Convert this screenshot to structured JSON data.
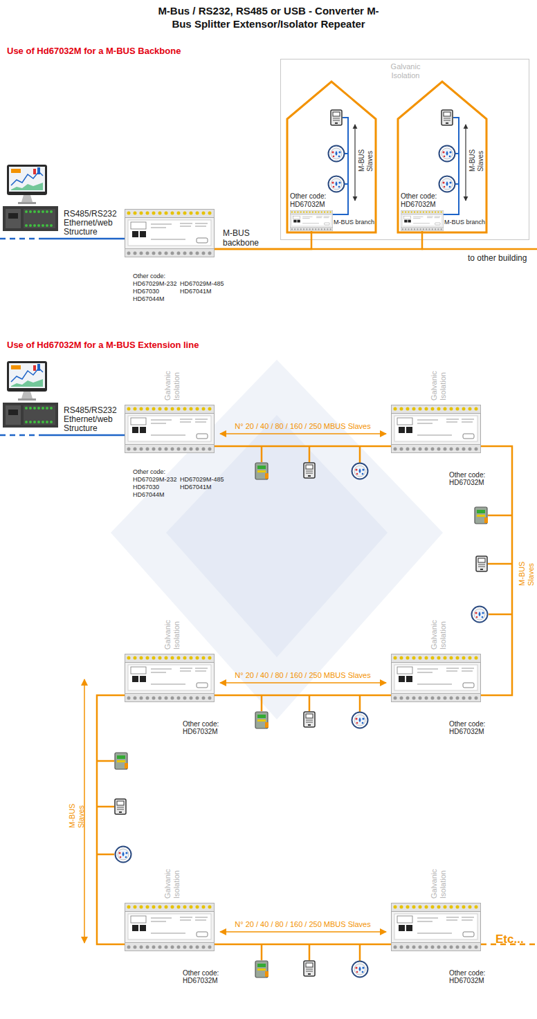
{
  "diagram": {
    "title": "M-Bus / RS232, RS485 or USB - Converter M-Bus Splitter Extensor/Isolator Repeater",
    "nodes": [
      {
        "text": [
          "Other code: HD67029M-232 HD67030 HD67044M",
          "HD67029M-485 HD67041M"
        ]
      },
      {
        "text": [
          "Galvanic Isolation"
        ]
      },
      {
        "text": [
          "M-BUS Slaves"
        ],
        "in": 1
      },
      {
        "text": [
          "Other code: HD67032M"
        ],
        "in": 2
      },
      {
        "text": [
          "M-BUS Slaves"
        ],
        "in": 1
      },
      {
        "text": [
          "Other code: HD67032M"
        ],
        "in": 4
      },
      {
        "text": [
          "Galvanic Isolation",
          "Other code: HD67029M-232 HD67030 HD67044M",
          "HD67029M-485 HD67041M"
        ]
      },
      {
        "text": [
          "Galvanic Isolation",
          "Other code: HD67032M"
        ]
      },
      {
        "text": [
          "Galvanic Isolation",
          "Other code: HD67032M"
        ]
      },
      {
        "text": [
          "Galvanic Isolation",
          "Other code: HD67032M"
        ]
      },
      {
        "text": [
          "Galvanic Isolation",
          "Other code: HD67032M"
        ]
      },
      {
        "text": [
          "Galvanic Isolation",
          "Other code: HD67032M"
        ]
      }
    ],
    "edges": [
      {
        "from": 0,
        "to": 3,
        "arrow": "none",
        "label": "M-BUS backbone"
      },
      {
        "from": 0,
        "to": 5,
        "arrow": "none"
      },
      {
        "from": 6,
        "to": 7,
        "arrow": "none"
      },
      {
        "from": 7,
        "to": 8,
        "arrow": "none"
      },
      {
        "from": 8,
        "to": 9,
        "arrow": "none"
      },
      {
        "from": 9,
        "to": 10,
        "arrow": "none"
      },
      {
        "from": 10,
        "to": 11,
        "arrow": "none"
      }
    ],
    "labels": [
      "Use of Hd67032M for a M-BUS Backbone",
      "RS485/RS232 Ethernet/web Structure",
      "to other building",
      "M-BUS branch",
      "M-BUS branch",
      "Use of Hd67032M for a M-BUS Extension line",
      "RS485/RS232 Ethernet/web Structure",
      "N° 20 / 40 / 80 / 160 / 250 MBUS Slaves",
      "M-BUS Slaves",
      "N° 20 / 40 / 80 / 160 / 250 MBUS Slaves",
      "M-BUS Slaves",
      "N° 20 / 40 / 80 / 160 / 250 MBUS Slaves",
      "Etc..."
    ]
  }
}
